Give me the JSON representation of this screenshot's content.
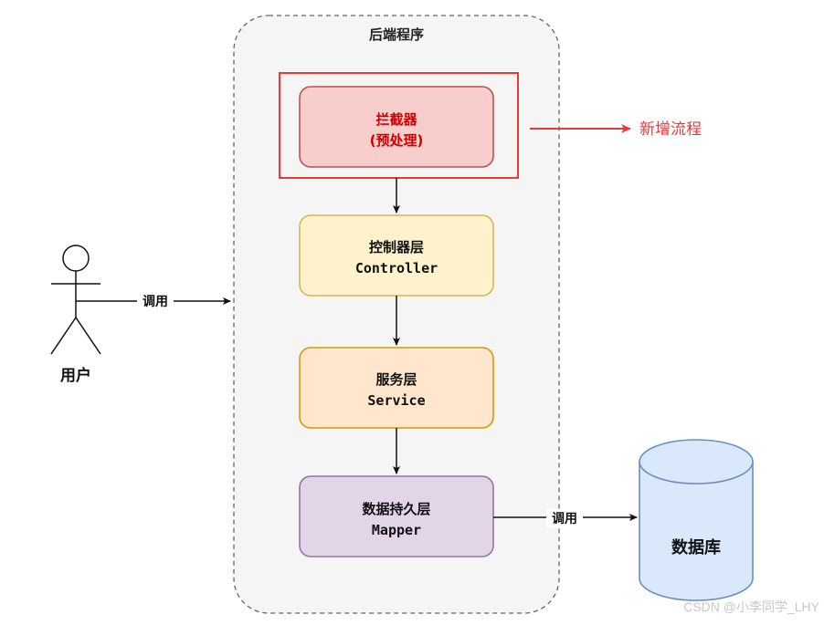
{
  "container": {
    "title": "后端程序"
  },
  "boxes": {
    "interceptor": {
      "line1": "拦截器",
      "line2": "(预处理)",
      "fill": "#f8cecc",
      "stroke": "#b85450"
    },
    "controller": {
      "line1": "控制器层",
      "line2": "Controller",
      "fill": "#fff2cc",
      "stroke": "#d6b656"
    },
    "service": {
      "line1": "服务层",
      "line2": "Service",
      "fill": "#ffe6cc",
      "stroke": "#d79b00"
    },
    "mapper": {
      "line1": "数据持久层",
      "line2": "Mapper",
      "fill": "#e1d5e7",
      "stroke": "#9673a6"
    }
  },
  "actor": {
    "label": "用户"
  },
  "edges": {
    "user_call_label": "调用",
    "db_call_label": "调用"
  },
  "database": {
    "label": "数据库",
    "fill": "#dae8fc",
    "stroke": "#6c8ebf"
  },
  "annotation": {
    "new_flow_label": "新增流程",
    "highlight_color": "#e83a3a"
  },
  "watermark": {
    "text": "CSDN @小李同学_LHY"
  }
}
